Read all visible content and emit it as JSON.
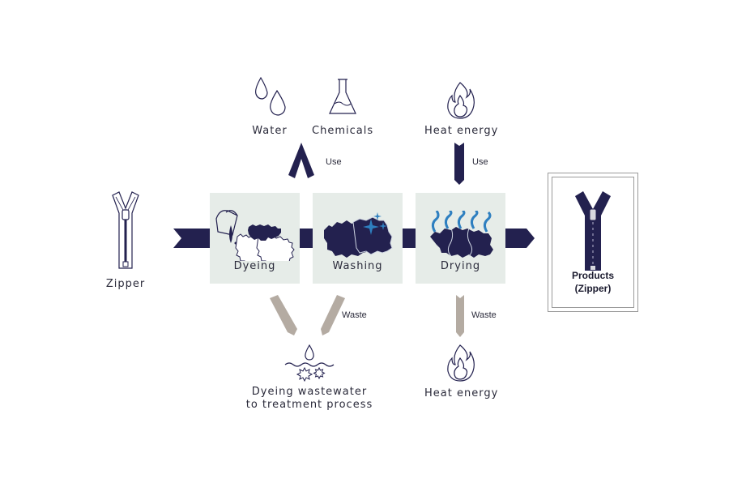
{
  "colors": {
    "navy": "#23214f",
    "box_bg": "#e6ece8",
    "waste_gray": "#b4aba2",
    "accent_blue": "#2e7fc0"
  },
  "input": {
    "label": "Zipper",
    "icon": "zipper-outline-icon"
  },
  "processes": [
    {
      "label": "Dyeing",
      "icon": "dye-bucket-fabric-icon"
    },
    {
      "label": "Washing",
      "icon": "washing-sparkle-fabric-icon"
    },
    {
      "label": "Drying",
      "icon": "drying-steam-fabric-icon"
    }
  ],
  "output": {
    "line1": "Products",
    "line2": "(Zipper)",
    "icon": "zipper-filled-icon"
  },
  "inputs_top": [
    {
      "label": "Water",
      "icon": "water-drops-icon"
    },
    {
      "label": "Chemicals",
      "icon": "flask-icon"
    },
    {
      "label": "Heat energy",
      "icon": "flame-icon"
    }
  ],
  "flows": {
    "use_left": "Use",
    "use_right": "Use",
    "waste_left": "Waste",
    "waste_right": "Waste"
  },
  "outputs_bottom": [
    {
      "line1": "Dyeing wastewater",
      "line2": "to treatment process",
      "icon": "wastewater-icon"
    },
    {
      "label": "Heat energy",
      "icon": "flame-icon"
    }
  ]
}
